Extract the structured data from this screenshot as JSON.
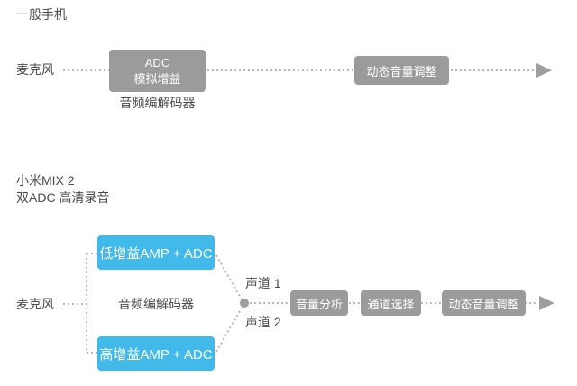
{
  "colors": {
    "box_gray": "#9b9b9b",
    "box_blue": "#41b9ea",
    "wire_gray": "#b8b8b8",
    "arrow_gray": "#9e9e9e",
    "text_dark": "#4a4a4a",
    "box_text": "#ffffff"
  },
  "top_diagram": {
    "title": "一般手机",
    "mic_label": "麦克风",
    "adc_box_line1": "ADC",
    "adc_box_line2": "模拟增益",
    "codec_label": "音频编解码器",
    "dynamic_volume_label": "动态音量调整"
  },
  "bottom_diagram": {
    "title_line1": "小米MIX 2",
    "title_line2": "双ADC 高清录音",
    "mic_label": "麦克风",
    "low_gain_box": "低增益AMP + ADC",
    "codec_label": "音频编解码器",
    "high_gain_box": "高增益AMP + ADC",
    "channel1_label": "声道 1",
    "channel2_label": "声道 2",
    "volume_analysis_box": "音量分析",
    "channel_select_box": "通道选择",
    "dynamic_volume_box": "动态音量调整"
  }
}
